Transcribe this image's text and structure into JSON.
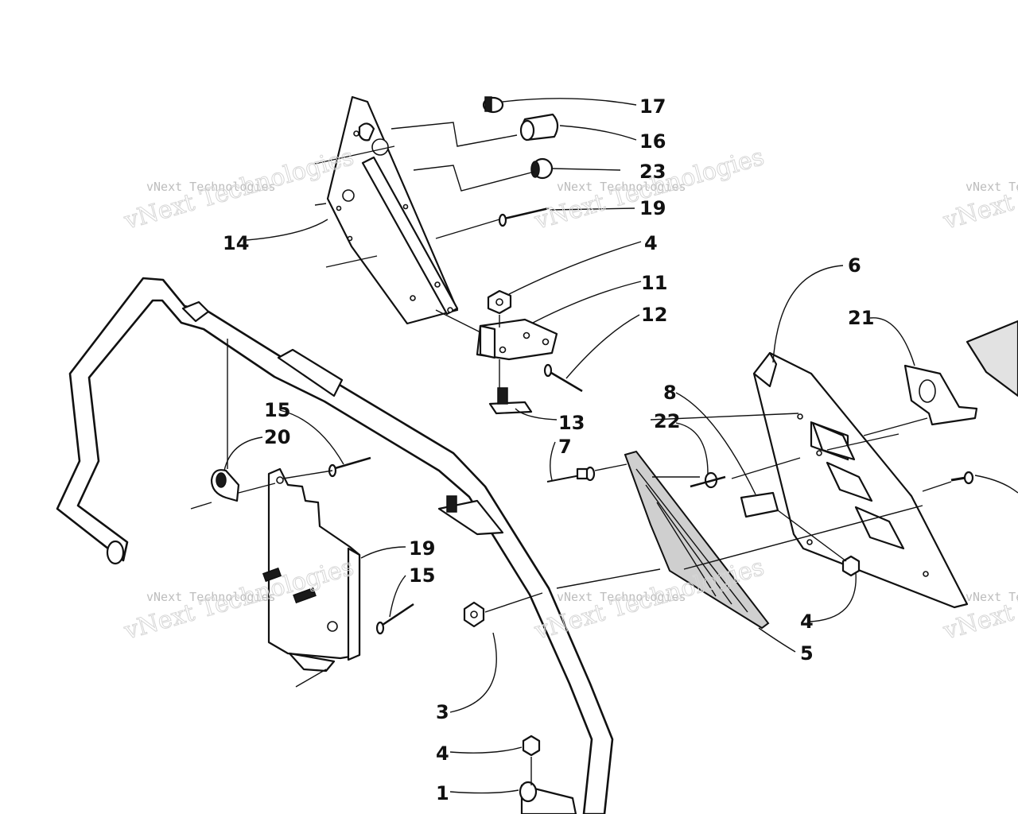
{
  "diagram": {
    "callouts": [
      {
        "id": "17",
        "label": "17"
      },
      {
        "id": "16",
        "label": "16"
      },
      {
        "id": "23",
        "label": "23"
      },
      {
        "id": "19a",
        "label": "19"
      },
      {
        "id": "14",
        "label": "14"
      },
      {
        "id": "4a",
        "label": "4"
      },
      {
        "id": "11",
        "label": "11"
      },
      {
        "id": "12",
        "label": "12"
      },
      {
        "id": "13",
        "label": "13"
      },
      {
        "id": "6",
        "label": "6"
      },
      {
        "id": "21",
        "label": "21"
      },
      {
        "id": "8",
        "label": "8"
      },
      {
        "id": "22",
        "label": "22"
      },
      {
        "id": "7",
        "label": "7"
      },
      {
        "id": "15a",
        "label": "15"
      },
      {
        "id": "20",
        "label": "20"
      },
      {
        "id": "19b",
        "label": "19"
      },
      {
        "id": "15b",
        "label": "15"
      },
      {
        "id": "3",
        "label": "3"
      },
      {
        "id": "4b",
        "label": "4"
      },
      {
        "id": "5",
        "label": "5"
      },
      {
        "id": "4c",
        "label": "4"
      },
      {
        "id": "1",
        "label": "1"
      }
    ]
  },
  "watermarks": [
    {
      "small": "vNext Technologies",
      "big": "vNext Technologies"
    },
    {
      "small": "vNext Technologies",
      "big": "vNext Technologies"
    },
    {
      "small": "vNext Technologies",
      "big": "vNext Technologies"
    },
    {
      "small": "vNext Technologies",
      "big": "vNext Technologies"
    },
    {
      "small": "vNext Technologies",
      "big": "vNext Technologies"
    },
    {
      "small": "vNext Technologies",
      "big": "vNext Technologies"
    }
  ]
}
